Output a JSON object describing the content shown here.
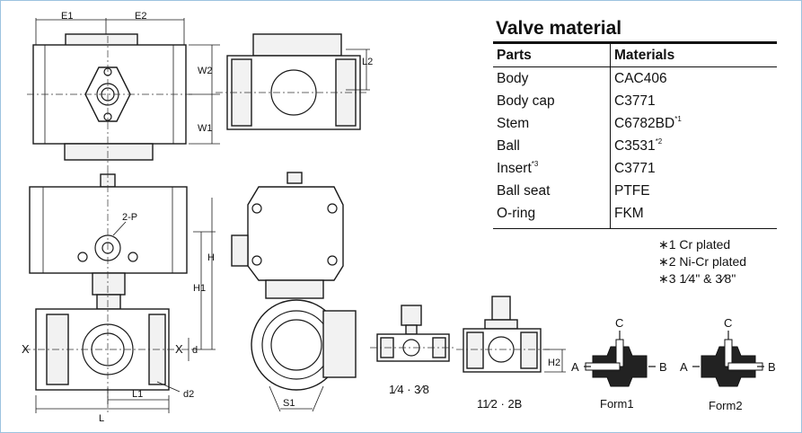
{
  "table": {
    "title": "Valve material",
    "headers": [
      "Parts",
      "Materials"
    ],
    "rows": [
      {
        "part": "Body",
        "part_mark": "",
        "material": "CAC406",
        "material_mark": ""
      },
      {
        "part": "Body cap",
        "part_mark": "",
        "material": "C3771",
        "material_mark": ""
      },
      {
        "part": "Stem",
        "part_mark": "",
        "material": "C6782BD",
        "material_mark": "*1"
      },
      {
        "part": "Ball",
        "part_mark": "",
        "material": "C3531",
        "material_mark": "*2"
      },
      {
        "part": "Insert",
        "part_mark": "*3",
        "material": "C3771",
        "material_mark": ""
      },
      {
        "part": "Ball seat",
        "part_mark": "",
        "material": "PTFE",
        "material_mark": ""
      },
      {
        "part": "O-ring",
        "part_mark": "",
        "material": "FKM",
        "material_mark": ""
      }
    ]
  },
  "notes": [
    "∗1 Cr plated",
    "∗2 Ni-Cr plated",
    "∗3 1⁄4\" & 3⁄8\""
  ],
  "dimensions": {
    "e1": "E1",
    "e2": "E2",
    "w1": "W1",
    "w2": "W2",
    "l2": "L2",
    "port": "2-P",
    "h": "H",
    "h1": "H1",
    "h2": "H2",
    "x_left": "X",
    "x_right": "X",
    "d": "d",
    "d2": "d2",
    "l": "L",
    "l1": "L1",
    "s1": "S1"
  },
  "size_labels": [
    "1⁄4 · 3⁄8",
    "11⁄2 · 2B"
  ],
  "ports": {
    "a": "A",
    "b": "B",
    "c": "C"
  },
  "forms": [
    "Form1",
    "Form2"
  ],
  "colors": {
    "border": "#9cc3df",
    "line": "#1a1a1a"
  }
}
